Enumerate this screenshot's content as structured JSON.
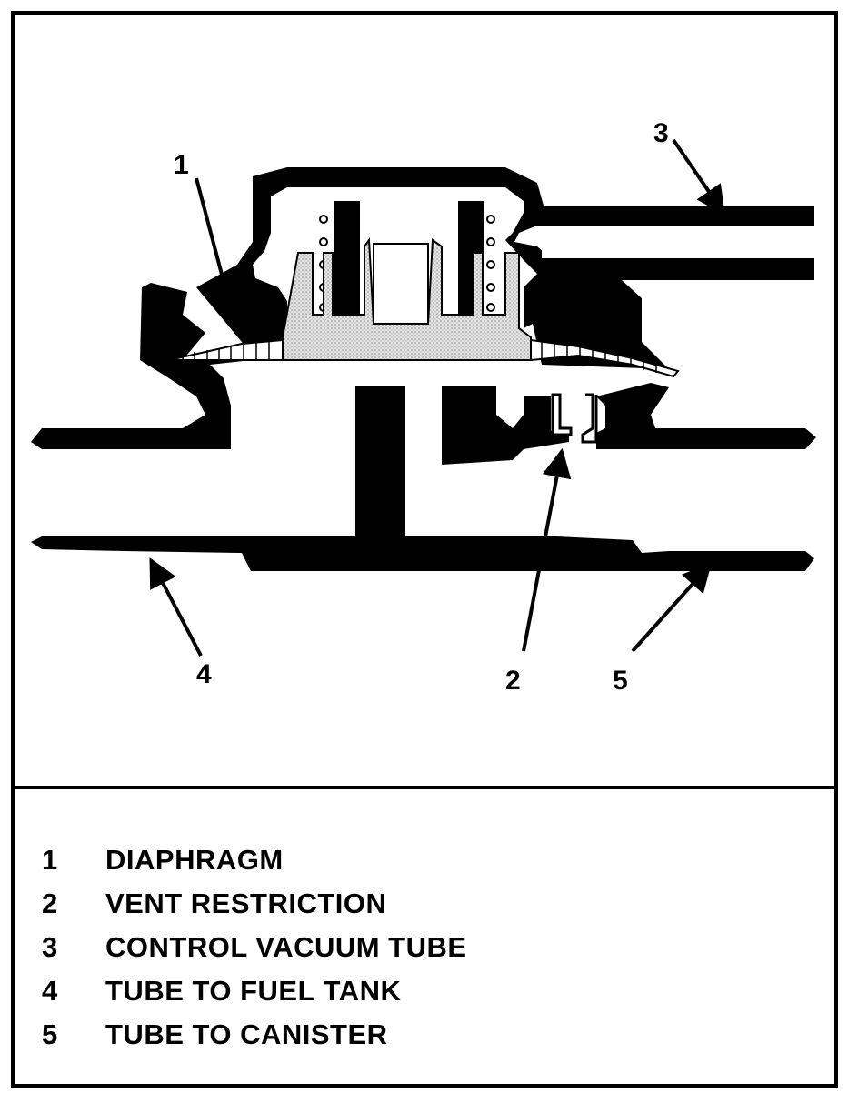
{
  "callouts": [
    {
      "id": "1",
      "label": "1"
    },
    {
      "id": "2",
      "label": "2"
    },
    {
      "id": "3",
      "label": "3"
    },
    {
      "id": "4",
      "label": "4"
    },
    {
      "id": "5",
      "label": "5"
    }
  ],
  "legend": [
    {
      "number": "1",
      "text": "DIAPHRAGM"
    },
    {
      "number": "2",
      "text": "VENT RESTRICTION"
    },
    {
      "number": "3",
      "text": "CONTROL VACUUM TUBE"
    },
    {
      "number": "4",
      "text": "TUBE TO FUEL TANK"
    },
    {
      "number": "5",
      "text": "TUBE TO CANISTER"
    }
  ],
  "colors": {
    "ink": "#000000",
    "paper": "#ffffff",
    "stipple": "#d6d6d6"
  }
}
